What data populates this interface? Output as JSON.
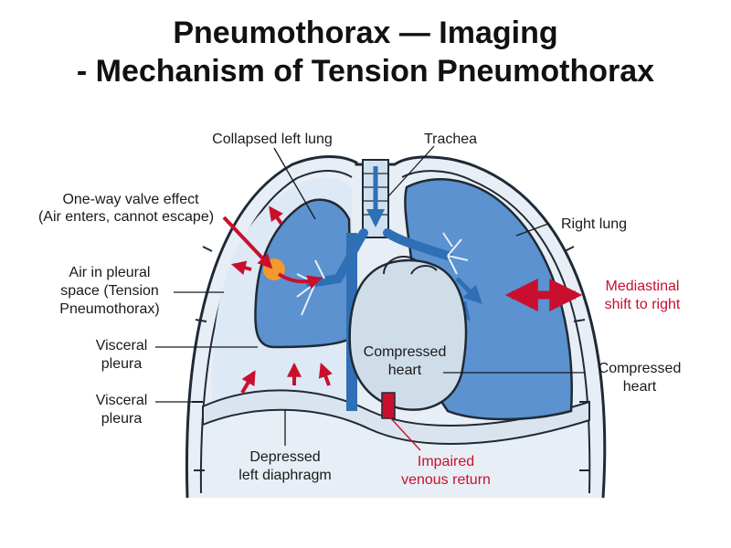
{
  "title": {
    "line1": "Pneumothorax — Imaging",
    "line2": "- Mechanism of Tension Pneumothorax"
  },
  "labels": {
    "collapsed_left_lung": "Collapsed left lung",
    "trachea": "Trachea",
    "one_way_valve_line1": "One-way valve effect",
    "one_way_valve_line2": "(Air enters, cannot escape)",
    "right_lung": "Right lung",
    "air_pleural_line1": "Air in pleural",
    "air_pleural_line2": "space (Tension",
    "air_pleural_line3": "Pneumothorax)",
    "mediastinal_line1": "Mediastinal",
    "mediastinal_line2": "shift to right",
    "visceral_pleura_1_line1": "Visceral",
    "visceral_pleura_1_line2": "pleura",
    "compressed_heart_center_line1": "Compressed",
    "compressed_heart_center_line2": "heart",
    "compressed_heart_right_line1": "Compressed",
    "compressed_heart_right_line2": "heart",
    "visceral_pleura_2_line1": "Visceral",
    "visceral_pleura_2_line2": "pleura",
    "depressed_diaphragm_line1": "Depressed",
    "depressed_diaphragm_line2": "left diaphragm",
    "impaired_venous_line1": "Impaired",
    "impaired_venous_line2": "venous return"
  },
  "colors": {
    "lung_blue": "#5b92cf",
    "lung_dark": "#2f6fb5",
    "pleural_air": "#dde9f5",
    "heart_fill": "#cfdde9",
    "arrow_red": "#c8102e",
    "valve_orange": "#f29a2e",
    "outline": "#1f2a36"
  }
}
